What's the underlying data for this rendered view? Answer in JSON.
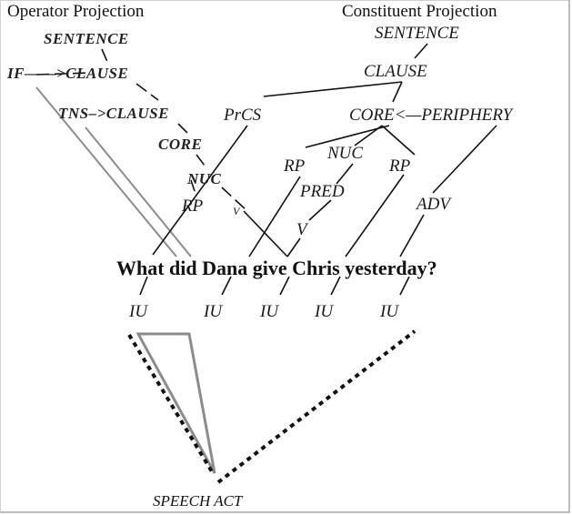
{
  "headers": {
    "operator": "Operator Projection",
    "constituent": "Constituent Projection"
  },
  "sentence": "What did Dana give Chris yesterday?",
  "constituent_nodes": {
    "sentence": "SENTENCE",
    "clause": "CLAUSE",
    "core_periphery": "CORE<—PERIPHERY",
    "pros": "PrCS",
    "rp1": "RP",
    "nuc": "NUC",
    "rp2": "RP",
    "pred": "PRED",
    "v": "V",
    "adv": "ADV"
  },
  "operator_nodes": {
    "sentence": "SENTENCE",
    "if_clause": "IF——>CLAUSE",
    "tns_clause": "TNS–>CLAUSE",
    "core": "CORE",
    "nuc": "NUC",
    "rp": "RP",
    "v": "V"
  },
  "iu_labels": [
    "IU",
    "IU",
    "IU",
    "IU",
    "IU"
  ],
  "speech_act": "SPEECH ACT"
}
